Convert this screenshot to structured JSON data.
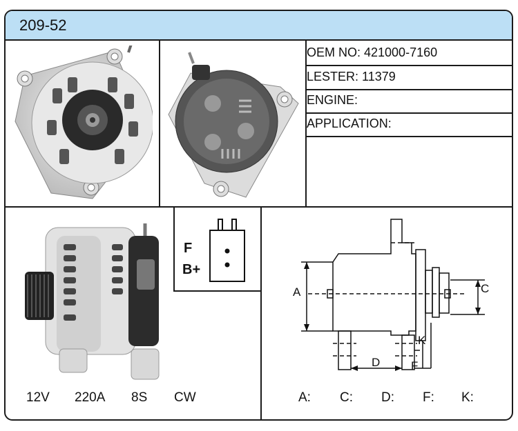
{
  "header": {
    "model_code": "209-52"
  },
  "specs": {
    "oem": "OEM NO: 421000-7160",
    "lester": "LESTER: 11379",
    "engine": "ENGINE:",
    "application": "APPLICATION:"
  },
  "terminal": {
    "f_label": "F",
    "b_label": "B+"
  },
  "ratings": {
    "voltage": "12V",
    "amperage": "220A",
    "pulley": "8S",
    "rotation": "CW"
  },
  "dimensions": {
    "labels": {
      "a": "A",
      "c": "C",
      "d": "D",
      "f": "F",
      "k": "K"
    },
    "values": [
      {
        "key": "A:",
        "value": ""
      },
      {
        "key": "C:",
        "value": ""
      },
      {
        "key": "D:",
        "value": ""
      },
      {
        "key": "F:",
        "value": ""
      },
      {
        "key": "K:",
        "value": ""
      }
    ]
  },
  "colors": {
    "header_bg": "#bcdff5",
    "border": "#1a1a1a"
  }
}
